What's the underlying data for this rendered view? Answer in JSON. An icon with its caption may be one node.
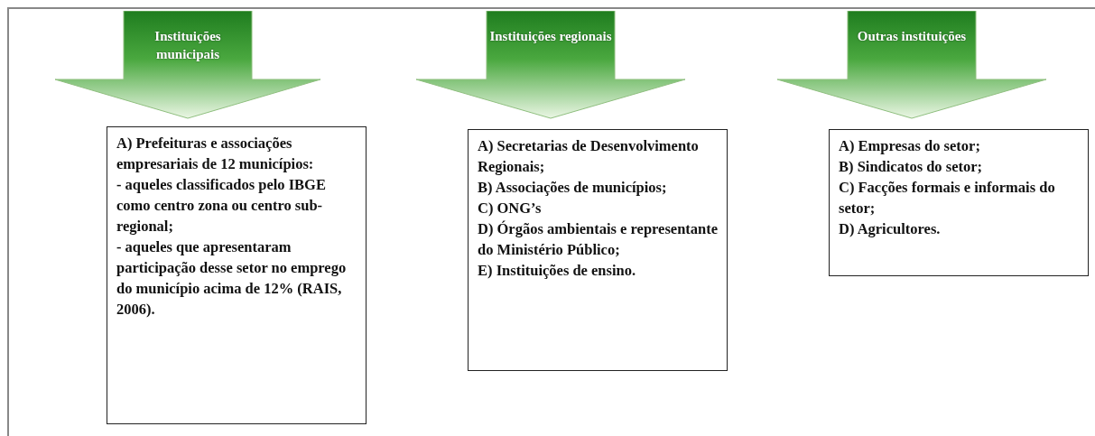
{
  "diagram": {
    "nodes": [
      {
        "text": [
          "Instituições municipais"
        ]
      },
      {
        "text": [
          "Instituições regionais"
        ]
      },
      {
        "text": [
          "Outras instituições"
        ]
      },
      {
        "text": [
          "A) Prefeituras e associações empresariais de 12 municípios:",
          "- aqueles classificados pelo IBGE como centro zona ou centro sub-regional;",
          "- aqueles que apresentaram participação desse setor no emprego do município acima de 12% (RAIS, 2006)."
        ]
      },
      {
        "text": [
          "A) Secretarias de Desenvolvimento Regionais;",
          "B) Associações de municípios;",
          "C) ONG’s",
          "D) Órgãos ambientais e representante do Ministério Público;",
          "E) Instituições de ensino."
        ]
      },
      {
        "text": [
          "A) Empresas do setor;",
          "B) Sindicatos do setor;",
          "C) Facções formais e informais do setor;",
          "D) Agricultores."
        ]
      }
    ]
  }
}
